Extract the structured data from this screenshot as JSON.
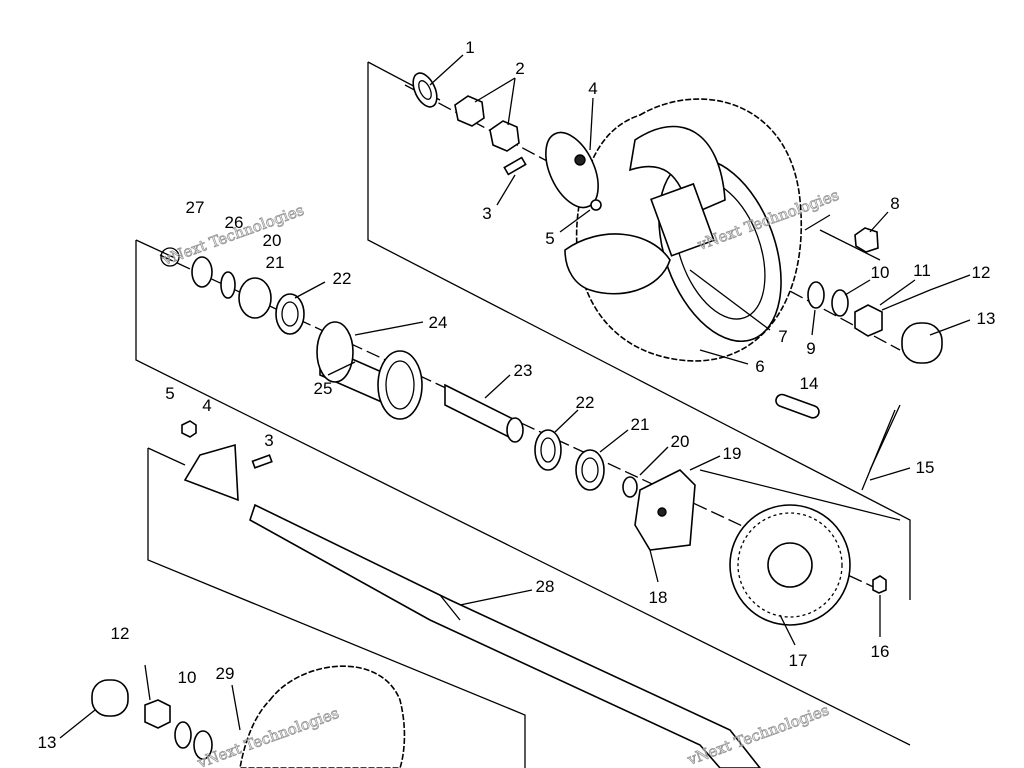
{
  "diagram": {
    "title": "Rear axle / wheel hub exploded parts diagram",
    "watermark": "vNext Technologies",
    "callouts": [
      "1",
      "2",
      "4",
      "3",
      "5",
      "8",
      "27",
      "26",
      "20",
      "21",
      "22",
      "24",
      "10",
      "11",
      "12",
      "13",
      "7",
      "9",
      "6",
      "14",
      "23",
      "25",
      "5",
      "4",
      "3",
      "22",
      "21",
      "20",
      "19",
      "15",
      "18",
      "17",
      "16",
      "28",
      "12",
      "10",
      "29",
      "13"
    ]
  }
}
